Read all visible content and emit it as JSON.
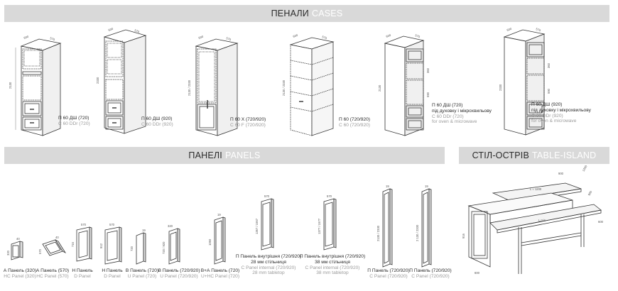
{
  "sections": {
    "cases": {
      "title_ua": "ПЕНАЛИ",
      "title_en": "CASES"
    },
    "panels": {
      "title_ua": "ПАНЕЛІ",
      "title_en": "PANELS"
    },
    "island": {
      "title_ua": "СТІЛ-ОСТРІВ",
      "title_en": "TABLE-ISLAND"
    }
  },
  "cases": [
    {
      "ua": "П 60 ДШ (720)",
      "en": "C 60 DDr (720)",
      "dims": {
        "w": "600",
        "d": "570",
        "h": "2130"
      }
    },
    {
      "ua": "П 60 ДШ (920)",
      "en": "C 60 DDr (920)",
      "dims": {
        "w": "600",
        "d": "570",
        "h": "2330"
      }
    },
    {
      "ua": "П 60 Х (720/920)",
      "en": "C 60 F (720/920)",
      "dims": {
        "w": "600",
        "d": "570",
        "h": "2130 / 2330"
      }
    },
    {
      "ua": "П 60 (720/920)",
      "en": "C 60 (720/920)",
      "dims": {
        "w": "600",
        "d": "570",
        "h": "2130 / 2330"
      }
    },
    {
      "ua": "П 60 ДШ (720)",
      "ua2": "під духовку і мікрохвильову",
      "en": "C 60 DDr (720)",
      "en2": "for oven & microwave",
      "dims": {
        "w": "600",
        "d": "570",
        "h": "2130",
        "a": "360",
        "b": "590"
      }
    },
    {
      "ua": "П 60 ДШ (920)",
      "ua2": "під духовку і мікрохвильову",
      "en": "C 60 DDr (920)",
      "en2": "for oven & microwave",
      "dims": {
        "w": "600",
        "d": "570",
        "h": "2330",
        "a": "360",
        "b": "590"
      }
    }
  ],
  "panels": [
    {
      "ua": "А Панель (320)",
      "en": "HC Panel (320)",
      "dims": {
        "w": "40",
        "h": "320"
      }
    },
    {
      "ua": "А Панель (570)",
      "en": "HC Panel (570)",
      "dims": {
        "w": "40",
        "h": "570"
      }
    },
    {
      "ua": "Н Панель",
      "en": "D Panel",
      "dims": {
        "w": "570",
        "h": "716"
      }
    },
    {
      "ua": "Н Панель",
      "en": "D Panel",
      "dims": {
        "w": "570",
        "h": "912"
      }
    },
    {
      "ua": "В Панель (720)",
      "en": "U Panel (720)",
      "dims": {
        "w": "19",
        "h": "720"
      }
    },
    {
      "ua": "В Панель (720/920)",
      "en": "U Panel (720/920)",
      "dims": {
        "w": "320",
        "h": "720 / 920"
      }
    },
    {
      "ua": "В+А Панель (720)",
      "en": "U+HC Panel (720)",
      "dims": {
        "w": "19",
        "h": "1060"
      }
    },
    {
      "ua": "П Панель внутрішня (720/920)",
      "ua2": "28 мм стільниця",
      "en": "C Panel internal (720/920)",
      "en2": "28 mm tabletop",
      "dims": {
        "w": "570",
        "h": "1367 / 1567"
      }
    },
    {
      "ua": "П Панель внутрішня (720/920)",
      "ua2": "38 мм стільниця",
      "en": "C Panel internal (720/920)",
      "en2": "38 mm tabletop",
      "dims": {
        "w": "570",
        "h": "1377 / 1577"
      }
    },
    {
      "ua": "П Панель (720/920)",
      "en": "C Panel (720/920)",
      "dims": {
        "w": "19",
        "h": "2130 / 2330"
      }
    },
    {
      "ua": "П Панель (720/920)",
      "en": "C Panel (720/920)",
      "dims": {
        "w": "19",
        "h": "2 130 / 2330"
      }
    }
  ],
  "island": {
    "dims": {
      "a": "900",
      "b": "1200",
      "c": "L = 1200",
      "d": "900",
      "e": "L min",
      "f": "600",
      "g": "916",
      "h": "600"
    }
  }
}
